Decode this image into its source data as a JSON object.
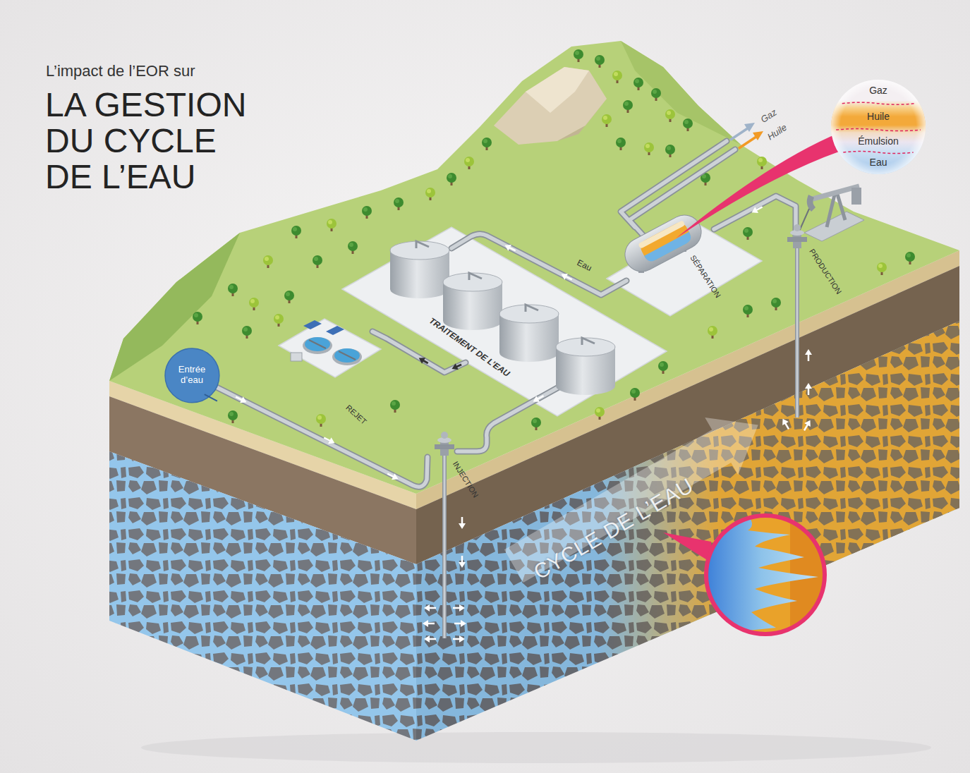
{
  "diagram": {
    "title": "LA GESTION DU CYCLE DE L’EAU",
    "nodes": [
      {
        "text": [
          "Gaz",
          "Huile",
          "Émulsion",
          "Eau"
        ]
      },
      {
        "text": [
          "Entrée d’eau"
        ]
      }
    ],
    "labels": [
      "L’impact de l’EOR sur",
      "Gaz",
      "Huile",
      "Eau",
      "SÉPARATION",
      "PRODUCTION",
      "TRAITEMENT DE L’EAU",
      "REJET",
      "INJECTION",
      "CYCLE DE L’EAU"
    ]
  }
}
